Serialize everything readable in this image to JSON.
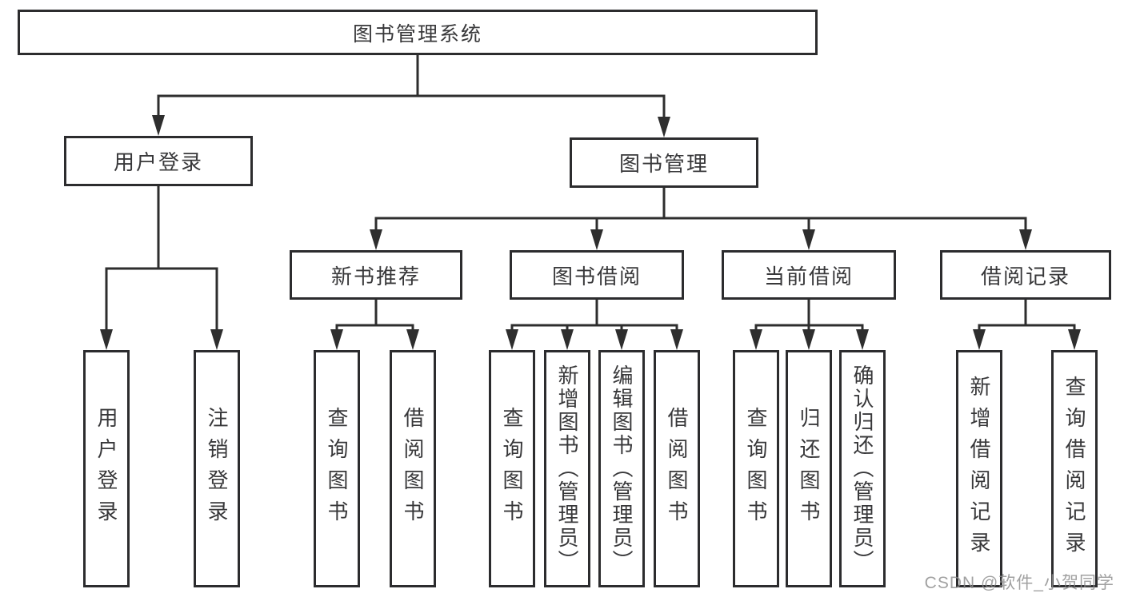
{
  "nodes": {
    "root": {
      "label": "图书管理系统"
    },
    "user_login_branch": {
      "label": "用户登录"
    },
    "book_mgmt_branch": {
      "label": "图书管理"
    },
    "new_book_rec": {
      "label": "新书推荐"
    },
    "book_borrow": {
      "label": "图书借阅"
    },
    "current_borrow": {
      "label": "当前借阅"
    },
    "borrow_records": {
      "label": "借阅记录"
    },
    "leaf_user_login": {
      "label": "用户登录"
    },
    "leaf_logout": {
      "label": "注销登录"
    },
    "leaf_nbr_query": {
      "label": "查询图书"
    },
    "leaf_nbr_borrow": {
      "label": "借阅图书"
    },
    "leaf_bb_query": {
      "label": "查询图书"
    },
    "leaf_bb_add": {
      "label": "新增图书（管理员）"
    },
    "leaf_bb_edit": {
      "label": "编辑图书（管理员）"
    },
    "leaf_bb_borrow": {
      "label": "借阅图书"
    },
    "leaf_cb_query": {
      "label": "查询图书"
    },
    "leaf_cb_return": {
      "label": "归还图书"
    },
    "leaf_cb_confirm": {
      "label": "确认归还（管理员）"
    },
    "leaf_br_add": {
      "label": "新增借阅记录"
    },
    "leaf_br_query": {
      "label": "查询借阅记录"
    }
  },
  "edges": [
    [
      "root",
      "user_login_branch"
    ],
    [
      "root",
      "book_mgmt_branch"
    ],
    [
      "user_login_branch",
      "leaf_user_login"
    ],
    [
      "user_login_branch",
      "leaf_logout"
    ],
    [
      "book_mgmt_branch",
      "new_book_rec"
    ],
    [
      "book_mgmt_branch",
      "book_borrow"
    ],
    [
      "book_mgmt_branch",
      "current_borrow"
    ],
    [
      "book_mgmt_branch",
      "borrow_records"
    ],
    [
      "new_book_rec",
      "leaf_nbr_query"
    ],
    [
      "new_book_rec",
      "leaf_nbr_borrow"
    ],
    [
      "book_borrow",
      "leaf_bb_query"
    ],
    [
      "book_borrow",
      "leaf_bb_add"
    ],
    [
      "book_borrow",
      "leaf_bb_edit"
    ],
    [
      "book_borrow",
      "leaf_bb_borrow"
    ],
    [
      "current_borrow",
      "leaf_cb_query"
    ],
    [
      "current_borrow",
      "leaf_cb_return"
    ],
    [
      "current_borrow",
      "leaf_cb_confirm"
    ],
    [
      "borrow_records",
      "leaf_br_add"
    ],
    [
      "borrow_records",
      "leaf_br_query"
    ]
  ],
  "watermark": {
    "text": "CSDN @软件_小贺同学"
  },
  "colors": {
    "line": "#2e2e2e",
    "box_border": "#2c2c2e",
    "text": "#38383a",
    "watermark": "#8c8c8c",
    "background": "#ffffff"
  }
}
